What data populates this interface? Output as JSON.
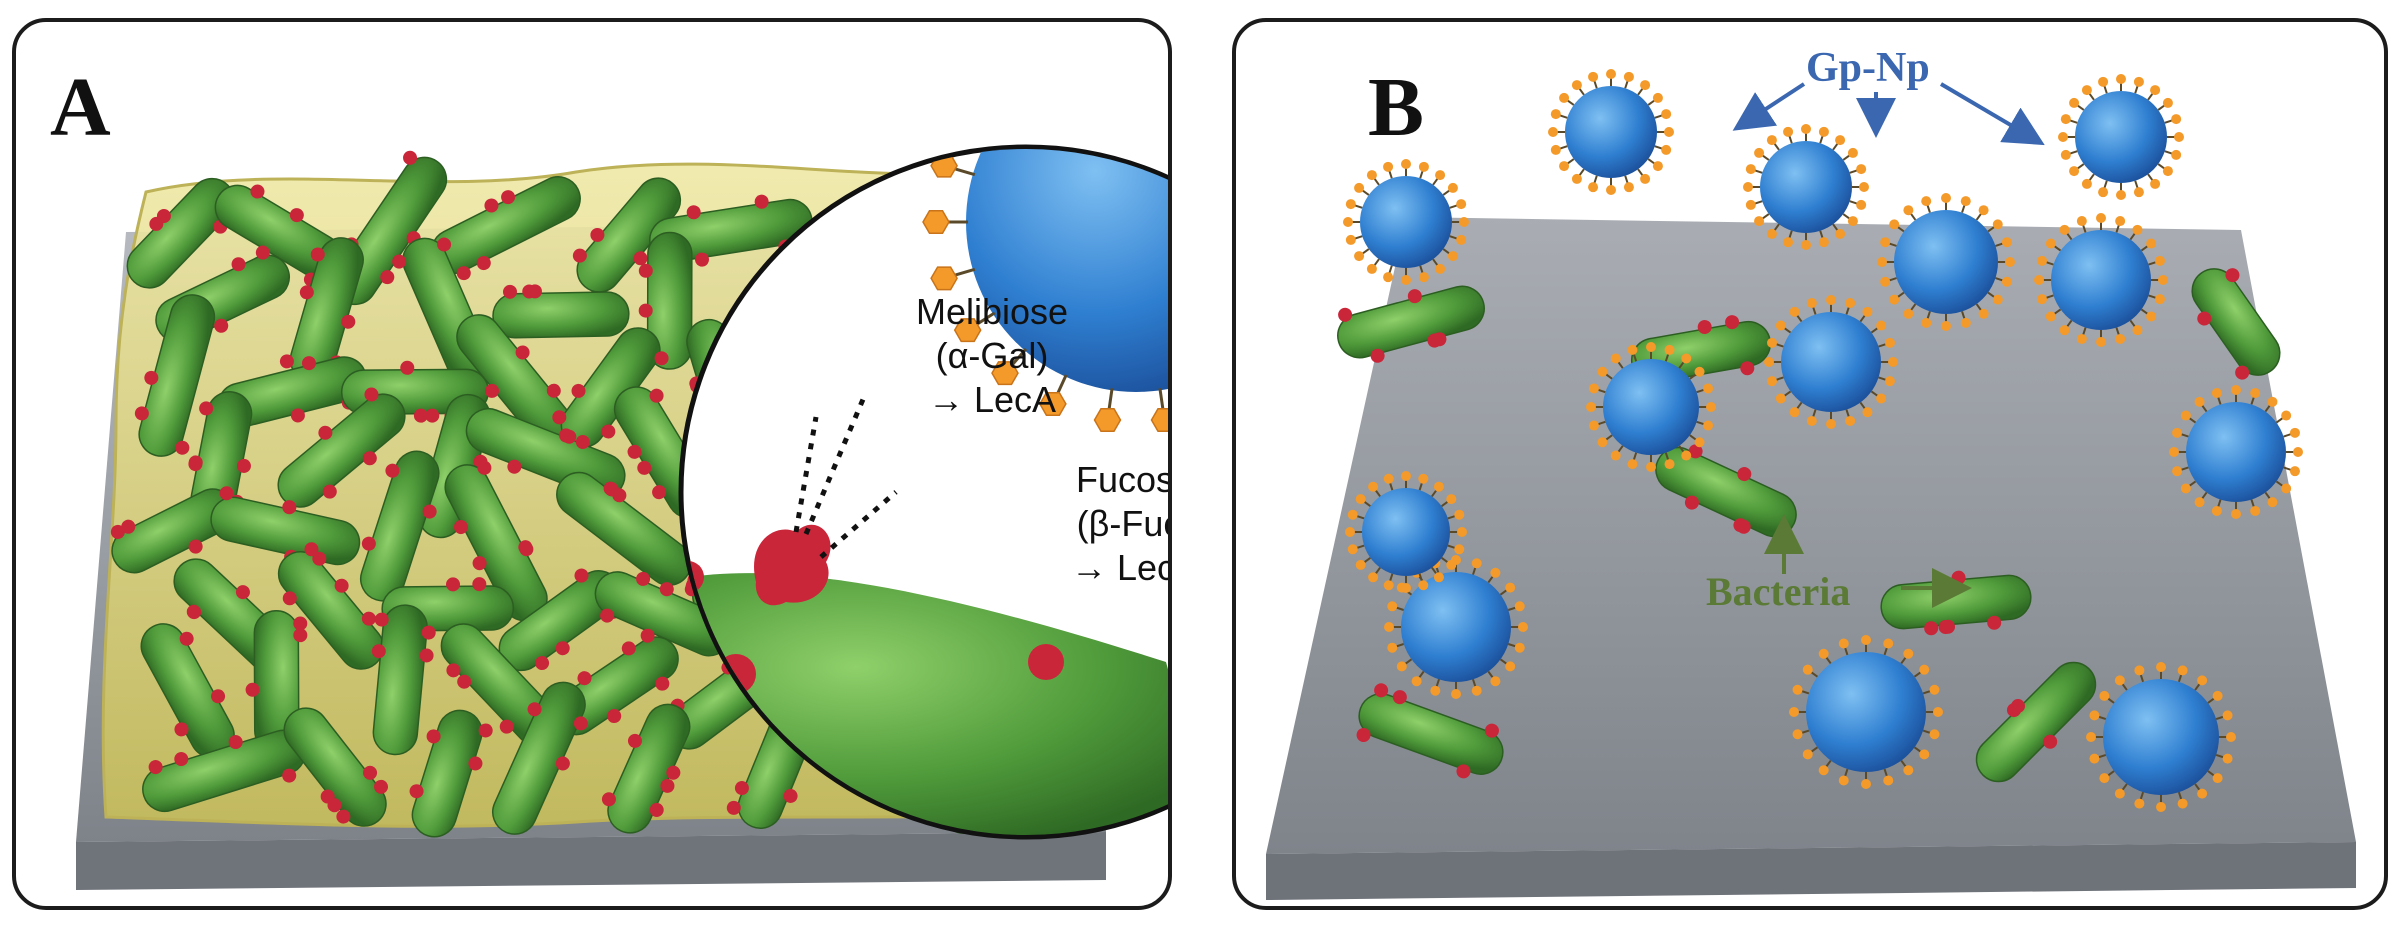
{
  "panels": {
    "a": {
      "letter": "A"
    },
    "b": {
      "letter": "B"
    }
  },
  "inset": {
    "melibiose": {
      "line1": "Melibiose",
      "line2": "(α-Gal)",
      "line3": "→ LecA"
    },
    "fucose": {
      "line1": "Fucose",
      "line2": "(β-Fuc)",
      "line3": "→ LecB"
    }
  },
  "labels": {
    "nanoparticle": "Gp-Np",
    "bacteria": "Bacteria"
  },
  "colors": {
    "bacterium": "#4f9a3a",
    "nanoparticle": "#2f7fd1",
    "ligand": "#f39a2a",
    "lectin": "#c9263a",
    "biofilm": "#d9cf6a",
    "surface": "#8f939a",
    "label_blue": "#3b67b1",
    "label_green": "#5a7a35"
  }
}
